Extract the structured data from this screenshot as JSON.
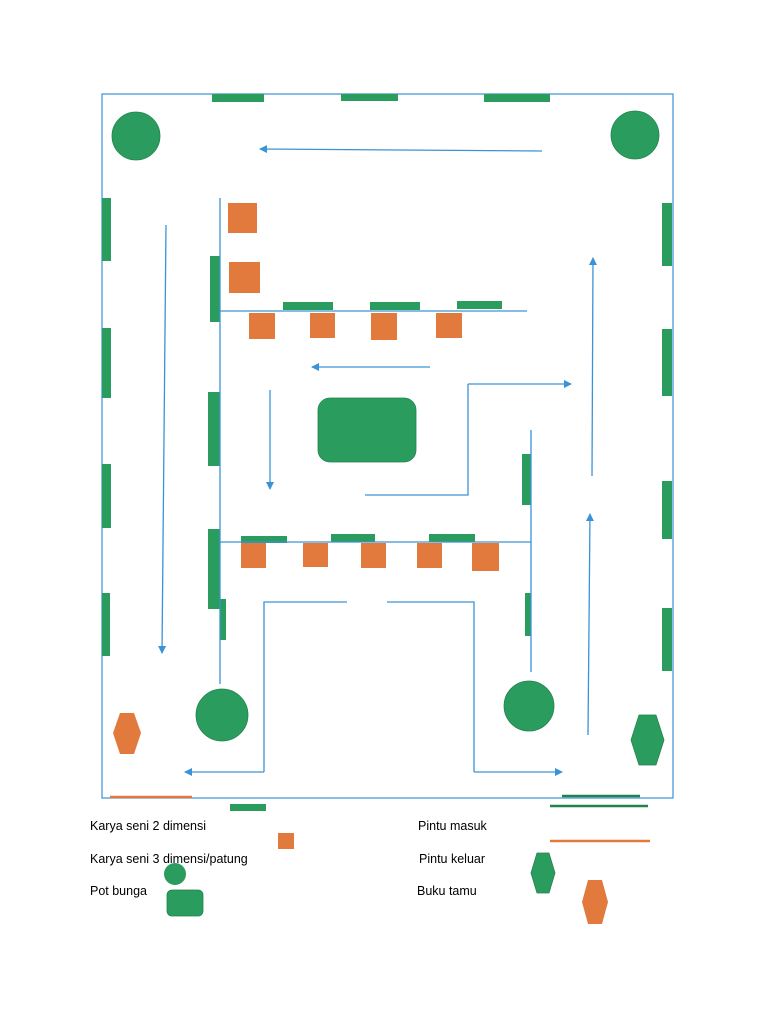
{
  "colors": {
    "border": "#3a93d6",
    "wall": "#3a93d6",
    "arrow": "#3a93d6",
    "green": "#2a9c5e",
    "orange": "#e27a3e"
  },
  "legend": {
    "art_2d": "Karya seni 2 dimensi",
    "art_3d": "Karya seni 3 dimensi/patung",
    "flower_pot": "Pot bunga",
    "entrance": "Pintu masuk",
    "exit": "Pintu keluar",
    "guest_book": "Buku tamu"
  }
}
